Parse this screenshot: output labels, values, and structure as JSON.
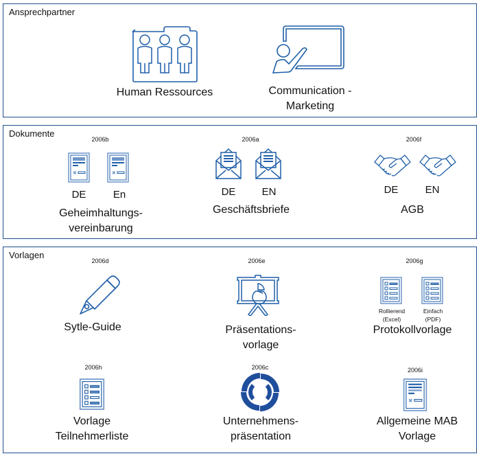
{
  "colors": {
    "accent": "#1f4e8c",
    "icon_stroke": "#1f5fa8",
    "icon_fill": "#6f96c8"
  },
  "sections": {
    "ansprechpartner": {
      "title": "Ansprechpartner",
      "items": [
        {
          "label": "Human Ressources",
          "icon": "team-folder-icon"
        },
        {
          "label_line1": "Communication -",
          "label_line2": "Marketing",
          "icon": "presenter-icon"
        }
      ]
    },
    "dokumente": {
      "title": "Dokumente",
      "items": [
        {
          "code": "2006b",
          "lang1": "DE",
          "lang2": "En",
          "label_line1": "Geheimhaltungs-",
          "label_line2": "vereinbarung",
          "icon": "document-icon"
        },
        {
          "code": "2006a",
          "lang1": "DE",
          "lang2": "EN",
          "label": "Geschäftsbriefe",
          "icon": "open-envelope-icon"
        },
        {
          "code": "2006f",
          "lang1": "DE",
          "lang2": "EN",
          "label": "AGB",
          "icon": "handshake-icon"
        }
      ]
    },
    "vorlagen": {
      "title": "Vorlagen",
      "items": [
        {
          "code": "2006d",
          "label": "Sytle-Guide",
          "icon": "pencil-icon"
        },
        {
          "code": "2006e",
          "label_line1": "Präsentations-",
          "label_line2": "vorlage",
          "icon": "presentation-board-icon"
        },
        {
          "code": "2006g",
          "sub1_line1": "Rollierend",
          "sub1_line2": "(Excel)",
          "sub2_line1": "Einfach",
          "sub2_line2": "(PDF)",
          "label": "Protokollvorlage",
          "icon": "checklist-icon"
        },
        {
          "code": "2006h",
          "label_line1": "Vorlage",
          "label_line2": "Teilnehmerliste",
          "icon": "checklist-icon"
        },
        {
          "code": "2006c",
          "label_line1": "Unternehmens-",
          "label_line2": "präsentation",
          "icon": "company-logo-icon"
        },
        {
          "code": "2006i",
          "label_line1": "Allgemeine MAB",
          "label_line2": "Vorlage",
          "icon": "document-icon"
        }
      ]
    }
  }
}
